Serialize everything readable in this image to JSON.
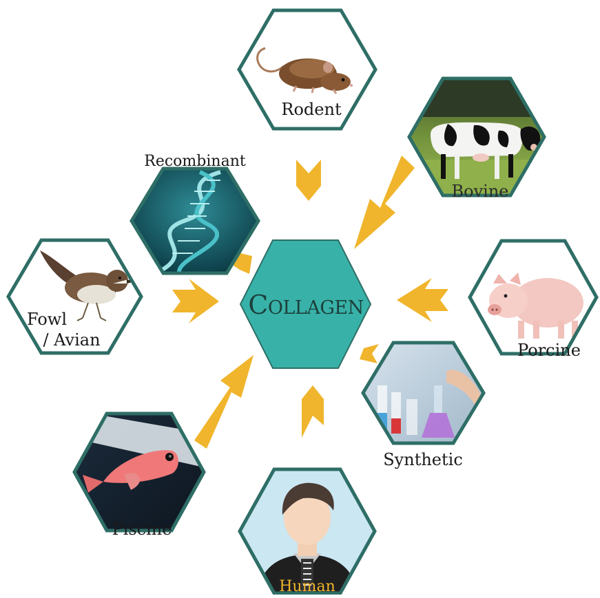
{
  "center": {
    "label": "Collagen"
  },
  "sources": {
    "rodent": {
      "label": "Rodent"
    },
    "bovine": {
      "label": "Bovine"
    },
    "recombinant": {
      "label": "Recombinant"
    },
    "porcine": {
      "label": "Porcine"
    },
    "fowl": {
      "label_line1": "Fowl",
      "label_line2": "/ Avian"
    },
    "synthetic": {
      "label": "Synthetic"
    },
    "piscine": {
      "label": "Piscine"
    },
    "human": {
      "label": "Human"
    }
  },
  "colors": {
    "hex_border": "#2e6e66",
    "center_fill": "#38b2a8",
    "arrow": "#f0b52c",
    "label_text": "#1a1a1a",
    "human_label": "#f0b52c"
  },
  "icons": [
    "rat-image",
    "cow-image",
    "dna-helix-image",
    "pig-image",
    "bird-image",
    "lab-flask-image",
    "fish-image",
    "man-avatar-image"
  ]
}
